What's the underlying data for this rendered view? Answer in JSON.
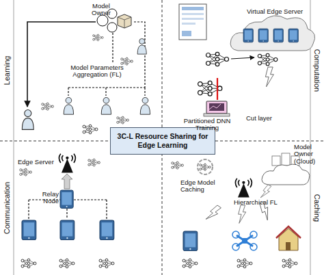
{
  "diagram": {
    "nodes": [
      {
        "text": [
          "Learning"
        ]
      },
      {
        "text": [
          "Computation"
        ]
      },
      {
        "text": [
          "Communication"
        ]
      },
      {
        "text": [
          "Caching"
        ]
      },
      {
        "text": [
          "3C-L Resource Sharing for Edge Learning"
        ]
      }
    ],
    "labels": [
      "Model Owner",
      "Model Parameters Aggregation (FL)",
      "Virtual Edge Server",
      "Partitioned DNN Training",
      "Cut layer",
      "Edge Server",
      "Relay Node",
      "Model Owner (Cloud)",
      "Edge Model Caching",
      "Hierarchical FL"
    ]
  }
}
